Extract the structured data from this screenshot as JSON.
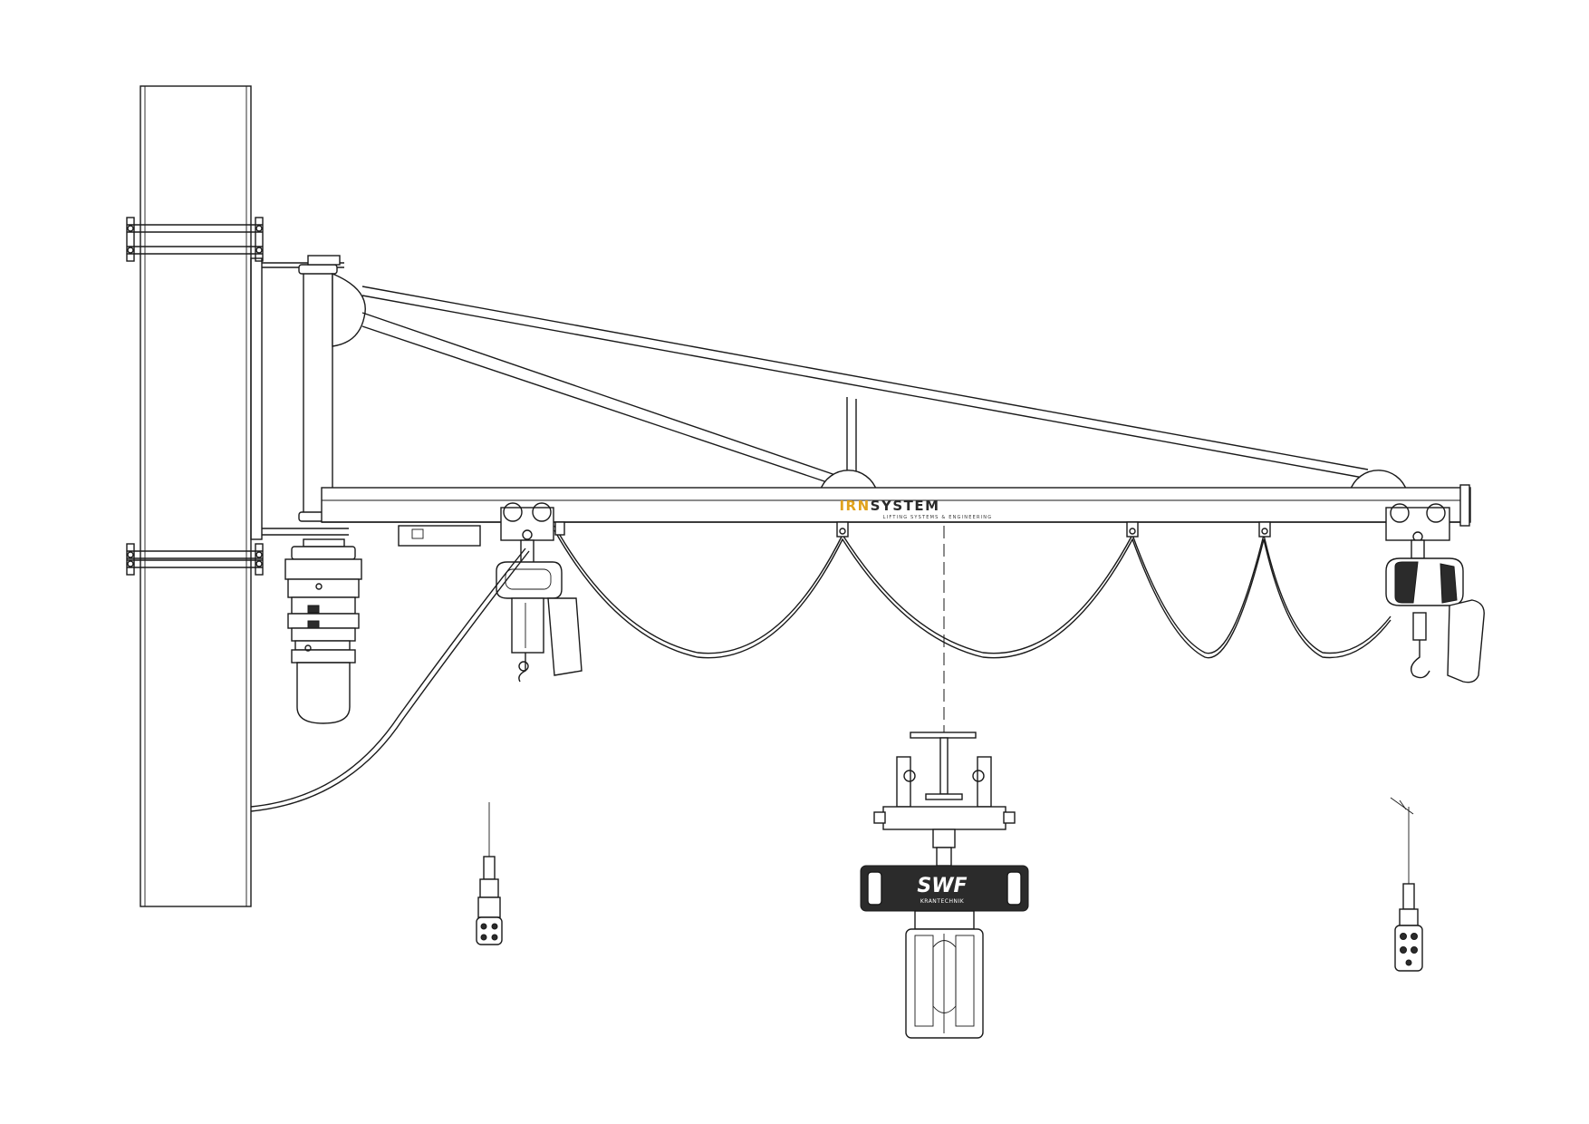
{
  "logo": {
    "part1": "IR",
    "part2": "N",
    "part3": "SYSTEM",
    "tagline": "LIFTING SYSTEMS & ENGINEERING",
    "color_accent": "#e0a21c",
    "color_text": "#2a2a2a"
  },
  "hoist_brand": {
    "name": "SWF",
    "sub": "KRANTECHNIK"
  },
  "hoist_label_small": "SWF",
  "colors": {
    "line": "#1a1a1a",
    "background": "#ffffff"
  }
}
